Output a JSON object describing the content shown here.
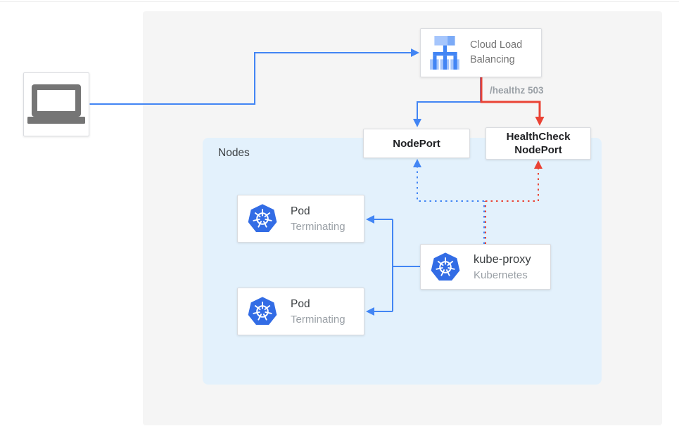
{
  "colors": {
    "blue_flow": "#4285F4",
    "red_flow": "#EA4335",
    "panel_bg": "#F5F5F5",
    "nodes_bg": "#E3F1FC",
    "card_border": "#DADCE0",
    "kubernetes_blue": "#326CE5",
    "laptop_icon_gray": "#757575",
    "text_primary": "#202124",
    "text_secondary": "#9AA0A6"
  },
  "client": {
    "icon": "laptop-icon"
  },
  "cloud_lb": {
    "icon": "load-balancer-icon",
    "line1": "Cloud Load",
    "line2": "Balancing"
  },
  "edge_label": {
    "healthz": "/healthz 503"
  },
  "nodeport": {
    "label": "NodePort"
  },
  "healthcheck_nodeport": {
    "line1": "HealthCheck",
    "line2": "NodePort"
  },
  "nodes_group": {
    "label": "Nodes"
  },
  "pods": [
    {
      "icon": "kubernetes-icon",
      "title": "Pod",
      "subtitle": "Terminating"
    },
    {
      "icon": "kubernetes-icon",
      "title": "Pod",
      "subtitle": "Terminating"
    }
  ],
  "kube_proxy": {
    "icon": "kubernetes-icon",
    "title": "kube-proxy",
    "subtitle": "Kubernetes"
  }
}
